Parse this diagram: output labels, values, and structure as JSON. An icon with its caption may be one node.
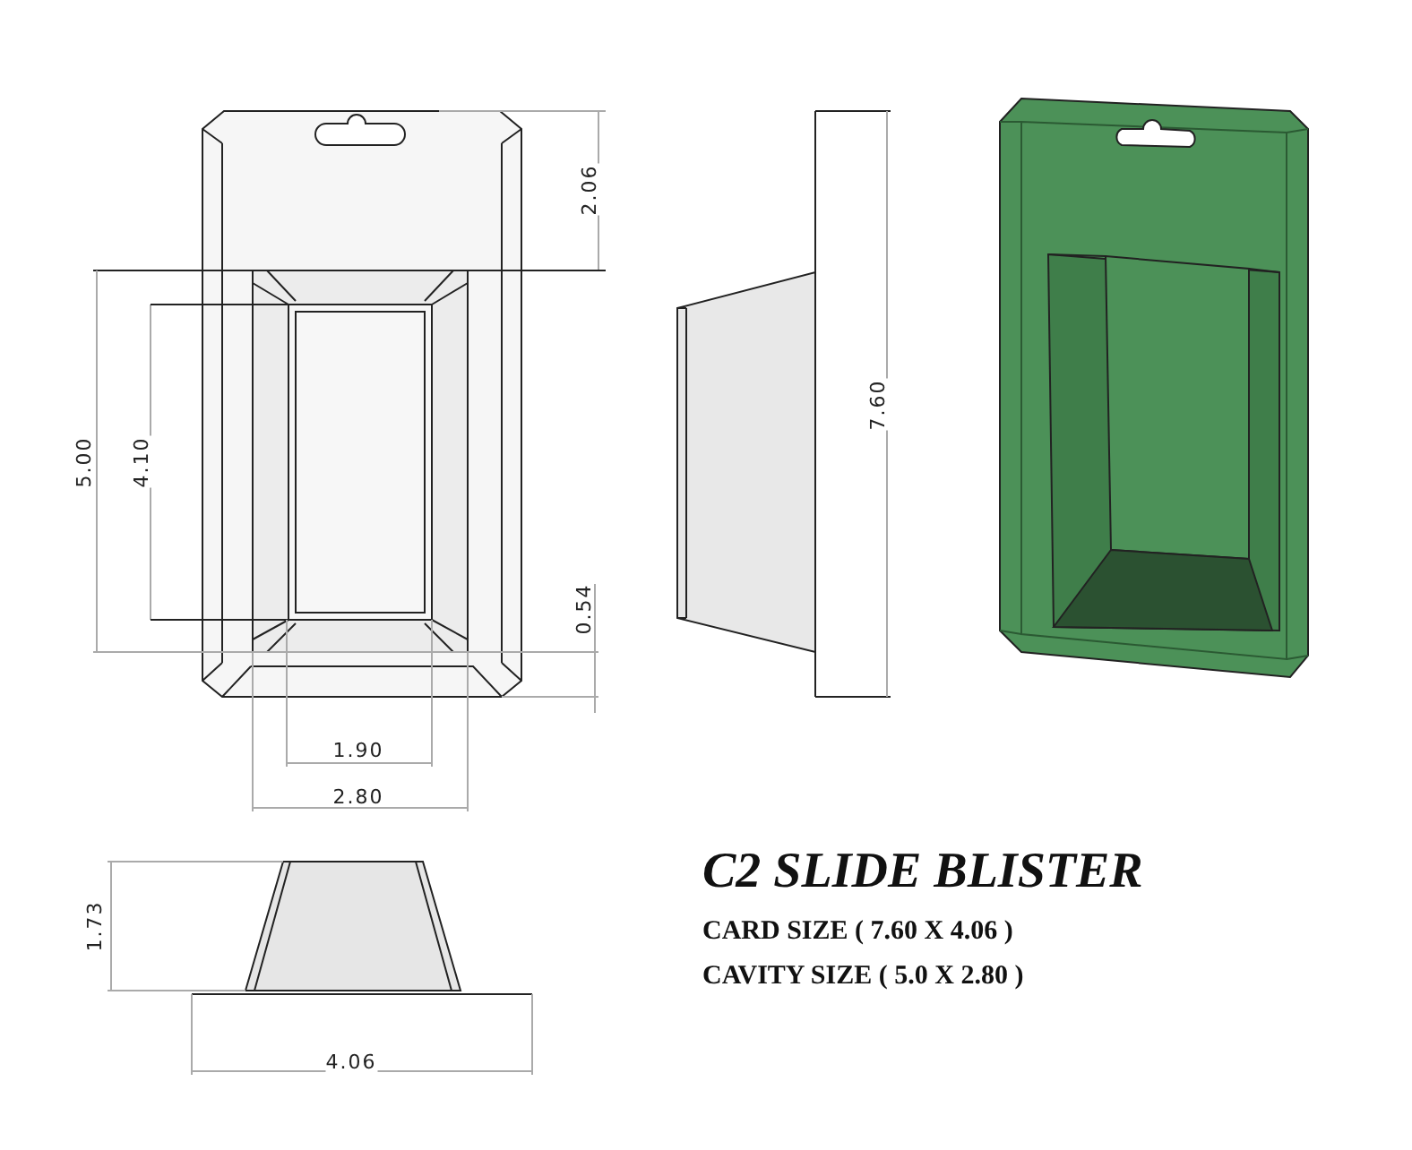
{
  "diagram": {
    "title": "C2 SLIDE BLISTER",
    "labels": [
      "2.06",
      "5.00",
      "4.10",
      "7.60",
      "0.54",
      "1.90",
      "2.80",
      "1.73",
      "CARD SIZE ( 7.60 X 4.06 )",
      "CAVITY SIZE ( 5.0 X 2.80 )",
      "4.06"
    ]
  }
}
